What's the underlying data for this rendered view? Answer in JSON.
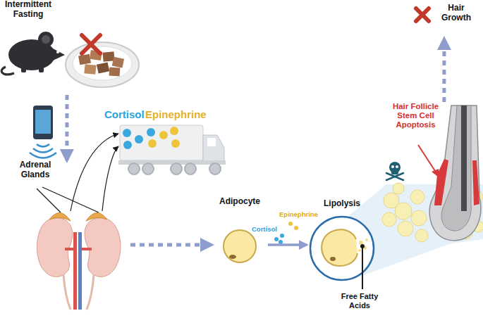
{
  "diagram": {
    "nodes": [
      {
        "text": [
          "Intermittent Fasting"
        ]
      },
      {
        "text": [
          "Adrenal Glands"
        ]
      },
      {
        "text": [
          "Adipocyte"
        ]
      },
      {
        "text": [
          "Lipolysis"
        ]
      },
      {
        "text": [
          "Hair Follicle Stem Cell Apoptosis"
        ]
      },
      {
        "text": [
          "Hair Growth"
        ]
      }
    ],
    "edges": [
      {
        "from": 0,
        "to": 1,
        "arrow": "to"
      },
      {
        "from": 1,
        "to": 2,
        "arrow": "to"
      },
      {
        "from": 2,
        "to": 3,
        "arrow": "to"
      },
      {
        "from": 4,
        "to": 5,
        "arrow": "to"
      }
    ],
    "labels": [
      "Cortisol",
      "Epinephrine",
      "Epinephrine",
      "Cortisol",
      "Free Fatty Acids"
    ]
  }
}
